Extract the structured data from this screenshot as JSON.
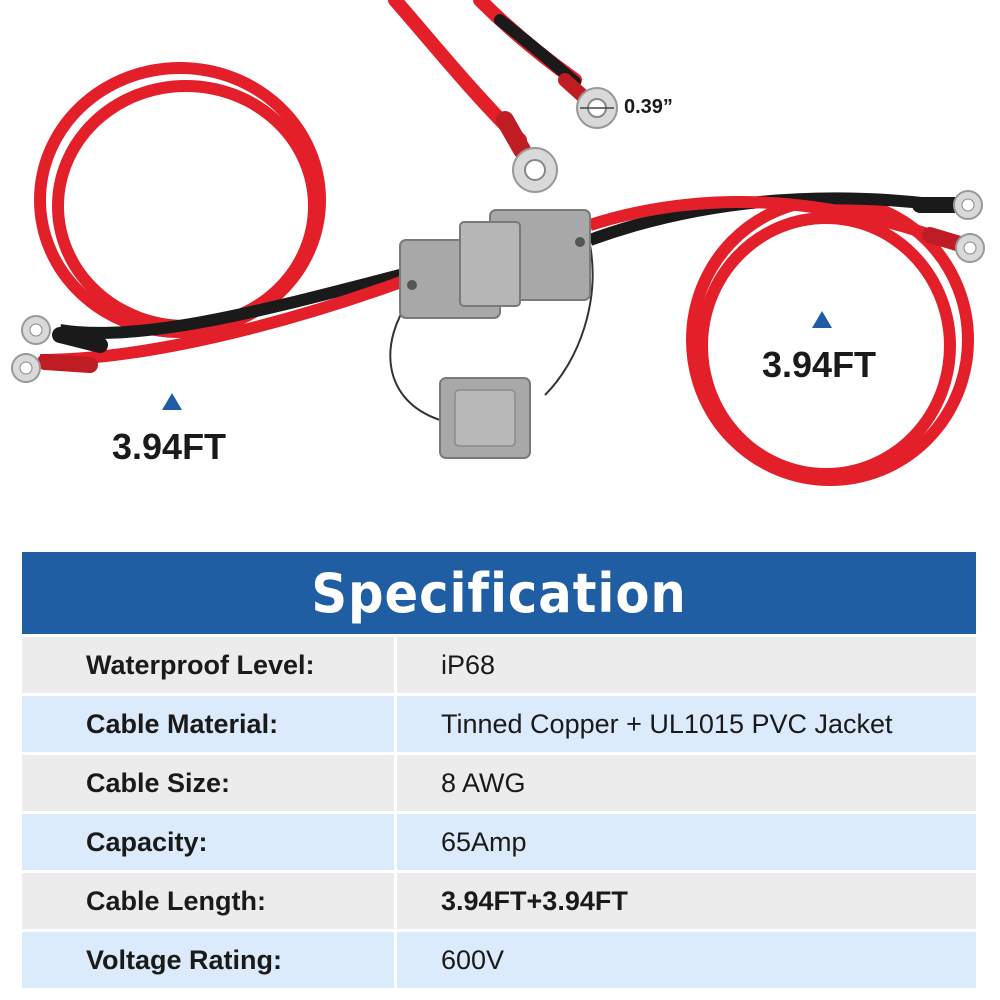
{
  "illustration": {
    "hole_label": "0.39”",
    "left_length": "3.94FT",
    "right_length": "3.94FT",
    "arrow_icon": "triangle-up-icon",
    "colors": {
      "red_wire": "#e3202a",
      "black_wire": "#1a1a1a",
      "connector": "#9e9e9e",
      "arrow": "#1f5ea3"
    }
  },
  "spec": {
    "title": "Specification",
    "header_color": "#1f5ea3",
    "rows": [
      {
        "key": "Waterproof Level:",
        "value": "iP68"
      },
      {
        "key": "Cable Material:",
        "value": "Tinned Copper + UL1015 PVC Jacket"
      },
      {
        "key": "Cable Size:",
        "value": "8 AWG"
      },
      {
        "key": "Capacity:",
        "value": "65Amp"
      },
      {
        "key": "Cable Length:",
        "value": "3.94FT+3.94FT"
      },
      {
        "key": "Voltage Rating:",
        "value": "600V"
      }
    ]
  }
}
